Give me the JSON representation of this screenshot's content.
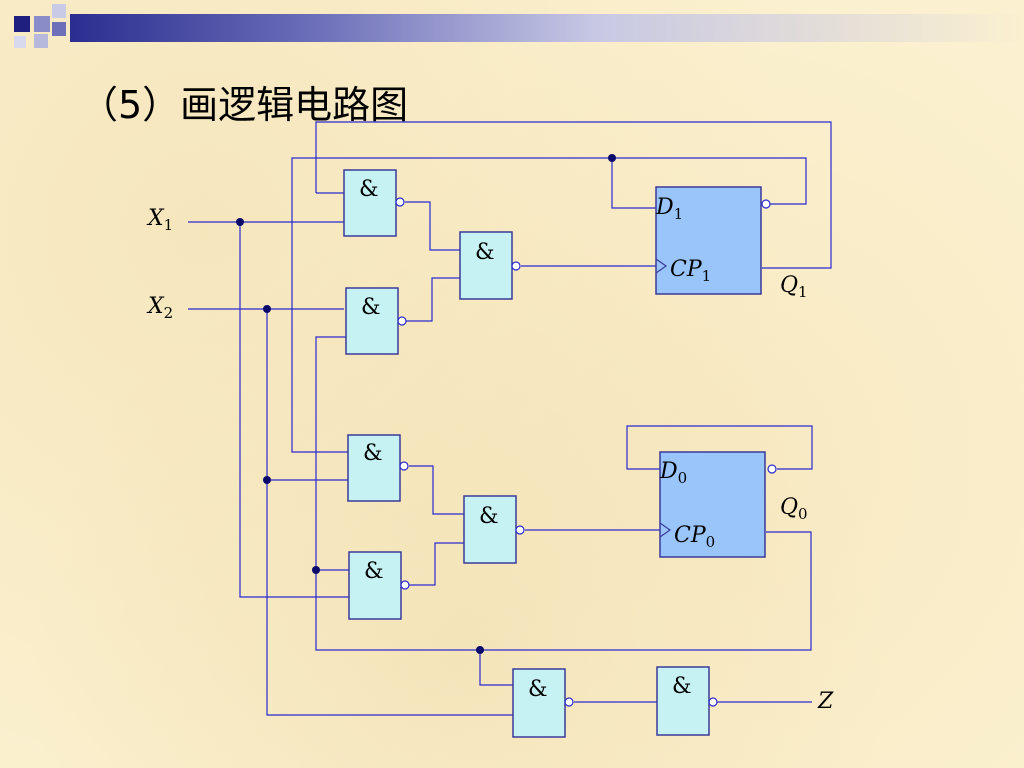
{
  "slide": {
    "title": "（5）画逻辑电路图"
  },
  "colors": {
    "header_bar": "#2b2e8f",
    "gate_fill": "#c6f2f4",
    "flipflop_fill": "#99c5fb",
    "wire": "#2a2ad0",
    "background": "#fbf0cf"
  },
  "gates": {
    "g1": "&",
    "g2": "&",
    "g3": "&",
    "g4": "&",
    "g5": "&",
    "g6": "&",
    "g7": "&",
    "g8": "&"
  },
  "flipflops": {
    "ff1": {
      "d_main": "D",
      "d_sub": "1",
      "cp_main": "CP",
      "cp_sub": "1"
    },
    "ff0": {
      "d_main": "D",
      "d_sub": "0",
      "cp_main": "CP",
      "cp_sub": "0"
    }
  },
  "inputs": {
    "x1": {
      "main": "X",
      "sub": "1"
    },
    "x2": {
      "main": "X",
      "sub": "2"
    }
  },
  "outputs": {
    "q1": {
      "main": "Q",
      "sub": "1"
    },
    "q0": {
      "main": "Q",
      "sub": "0"
    },
    "z": {
      "main": "Z"
    }
  }
}
